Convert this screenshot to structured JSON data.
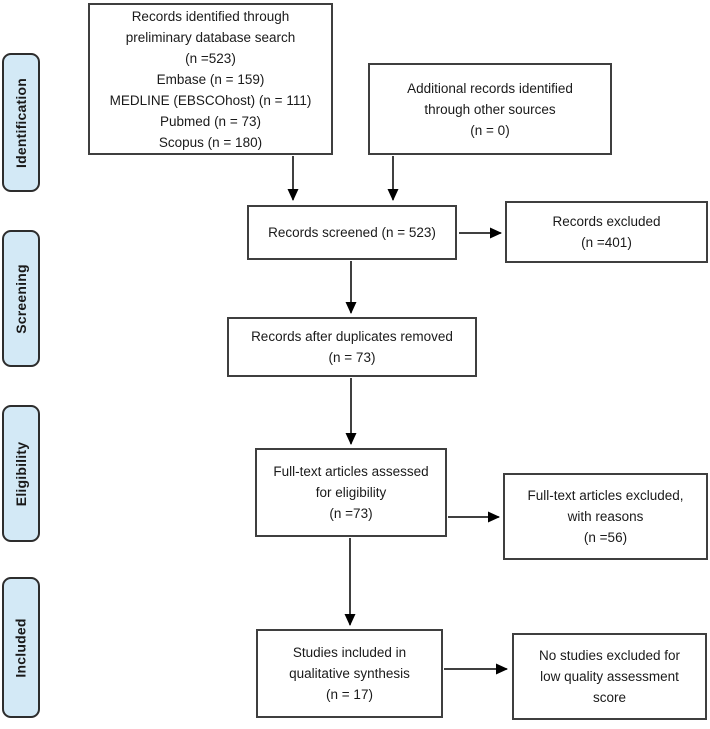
{
  "diagram_type": "PRISMA flow diagram",
  "stages": [
    {
      "label": "Identification"
    },
    {
      "label": "Screening"
    },
    {
      "label": "Eligibility"
    },
    {
      "label": "Included"
    }
  ],
  "boxes": {
    "identified": {
      "lines": [
        "Records identified through",
        "preliminary database search",
        "(n =523)",
        "Embase (n = 159)",
        "MEDLINE (EBSCOhost) (n = 111)",
        "Pubmed (n = 73)",
        "Scopus (n = 180)"
      ]
    },
    "additional": {
      "lines": [
        "Additional records identified",
        "through other sources",
        "(n = 0)"
      ]
    },
    "screened": {
      "lines": [
        "Records screened (n = 523)"
      ]
    },
    "excluded_records": {
      "lines": [
        "Records excluded",
        "(n =401)"
      ]
    },
    "duplicates_removed": {
      "lines": [
        "Records after duplicates removed",
        "(n = 73)"
      ]
    },
    "fulltext_assessed": {
      "lines": [
        "Full-text articles assessed",
        "for eligibility",
        "(n =73)"
      ]
    },
    "fulltext_excluded": {
      "lines": [
        "Full-text articles excluded,",
        "with reasons",
        "(n =56)"
      ]
    },
    "included_studies": {
      "lines": [
        "Studies included in",
        "qualitative synthesis",
        "(n = 17)"
      ]
    },
    "no_excluded": {
      "lines": [
        "No studies excluded for",
        "low quality assessment",
        "score"
      ]
    }
  },
  "colors": {
    "stage_fill": "#d3e9f6",
    "stage_border": "#2d2d2d",
    "box_border": "#3f3f3f",
    "arrow": "#000000",
    "text": "#1a1a1a",
    "background": "#ffffff"
  }
}
